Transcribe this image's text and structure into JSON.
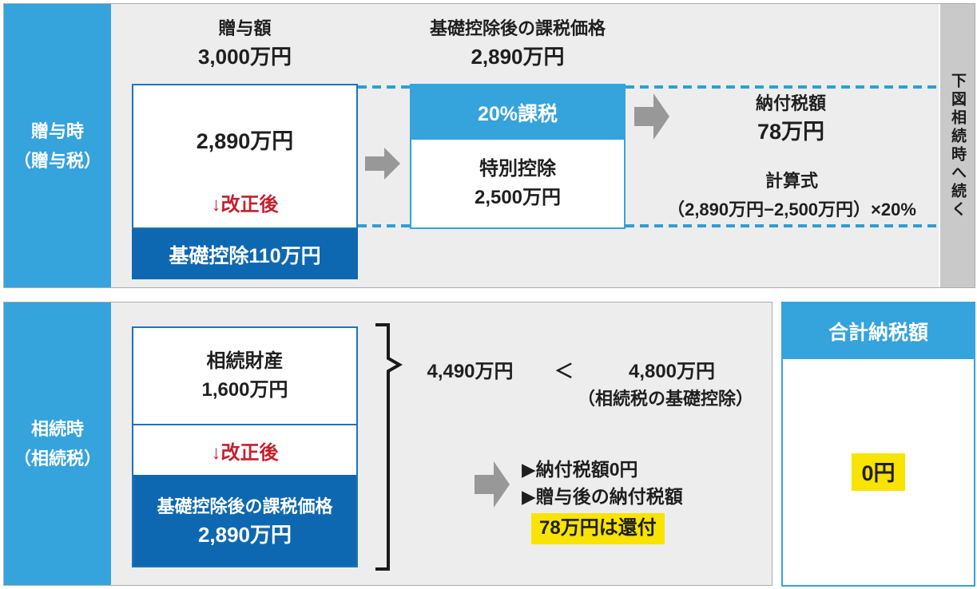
{
  "colors": {
    "accent_blue": "#35A3DC",
    "dark_blue": "#0E68B1",
    "box_border_blue": "#1E74B4",
    "dashed_line_blue": "#2E9FD6",
    "panel_gray": "#EDEDED",
    "strip_gray": "#C9C9C9",
    "arrow_gray": "#989898",
    "alert_red": "#C4202E",
    "highlight_yellow": "#F9E300"
  },
  "top": {
    "sidebar_line1": "贈与時",
    "sidebar_line2": "（贈与税）",
    "gift_label": "贈与額",
    "gift_value": "3,000万円",
    "box1_value": "2,890万円",
    "box1_note": "↓改正後",
    "box1_deduction": "基礎控除110万円",
    "taxable_label": "基礎控除後の課税価格",
    "taxable_value": "2,890万円",
    "box2_header": "20%課税",
    "box2_line1": "特別控除",
    "box2_line2": "2,500万円",
    "tax_due_label": "納付税額",
    "tax_due_value": "78万円",
    "formula_label": "計算式",
    "formula_text": "（2,890万円−2,500万円）×20%",
    "continuation_note": "下図相続時へ続く"
  },
  "bottom": {
    "sidebar_line1": "相続時",
    "sidebar_line2": "（相続税）",
    "estate_label": "相続財産",
    "estate_value": "1,600万円",
    "box_note": "↓改正後",
    "deduction_label": "基礎控除後の課税価格",
    "deduction_value": "2,890万円",
    "sum_value": "4,490万円",
    "comparison_operator": "＜",
    "threshold_value": "4,800万円",
    "threshold_note": "（相続税の基礎控除）",
    "result_line1": "▶納付税額0円",
    "result_line2": "▶贈与後の納付税額",
    "result_refund": "78万円は還付"
  },
  "total": {
    "header": "合計納税額",
    "value": "0円"
  }
}
